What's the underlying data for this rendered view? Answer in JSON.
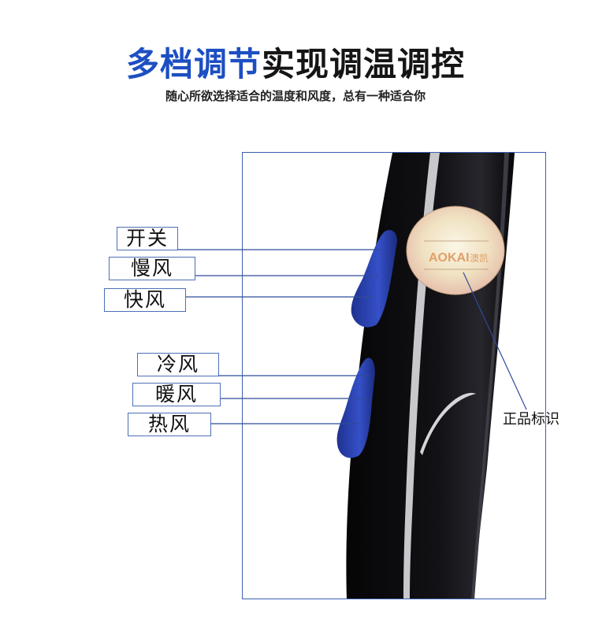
{
  "headline": {
    "blue_part": "多档调节",
    "dark_part": "实现调温调控"
  },
  "subheadline": "随心所欲选择适合的温度和风度，总有一种适合你",
  "labels": {
    "power": "开关",
    "slow_wind": "慢风",
    "fast_wind": "快风",
    "cold_wind": "冷风",
    "warm_wind": "暖风",
    "hot_wind": "热风"
  },
  "callout_genuine": "正品标识",
  "sticker": {
    "brand": "AOKAI",
    "brand_suffix": "澳凯"
  },
  "colors": {
    "accent_blue": "#1d4fc2",
    "button_blue": "#2e47b8",
    "body_black": "#0c0c0e",
    "frame_border": "#3a5fb0"
  }
}
